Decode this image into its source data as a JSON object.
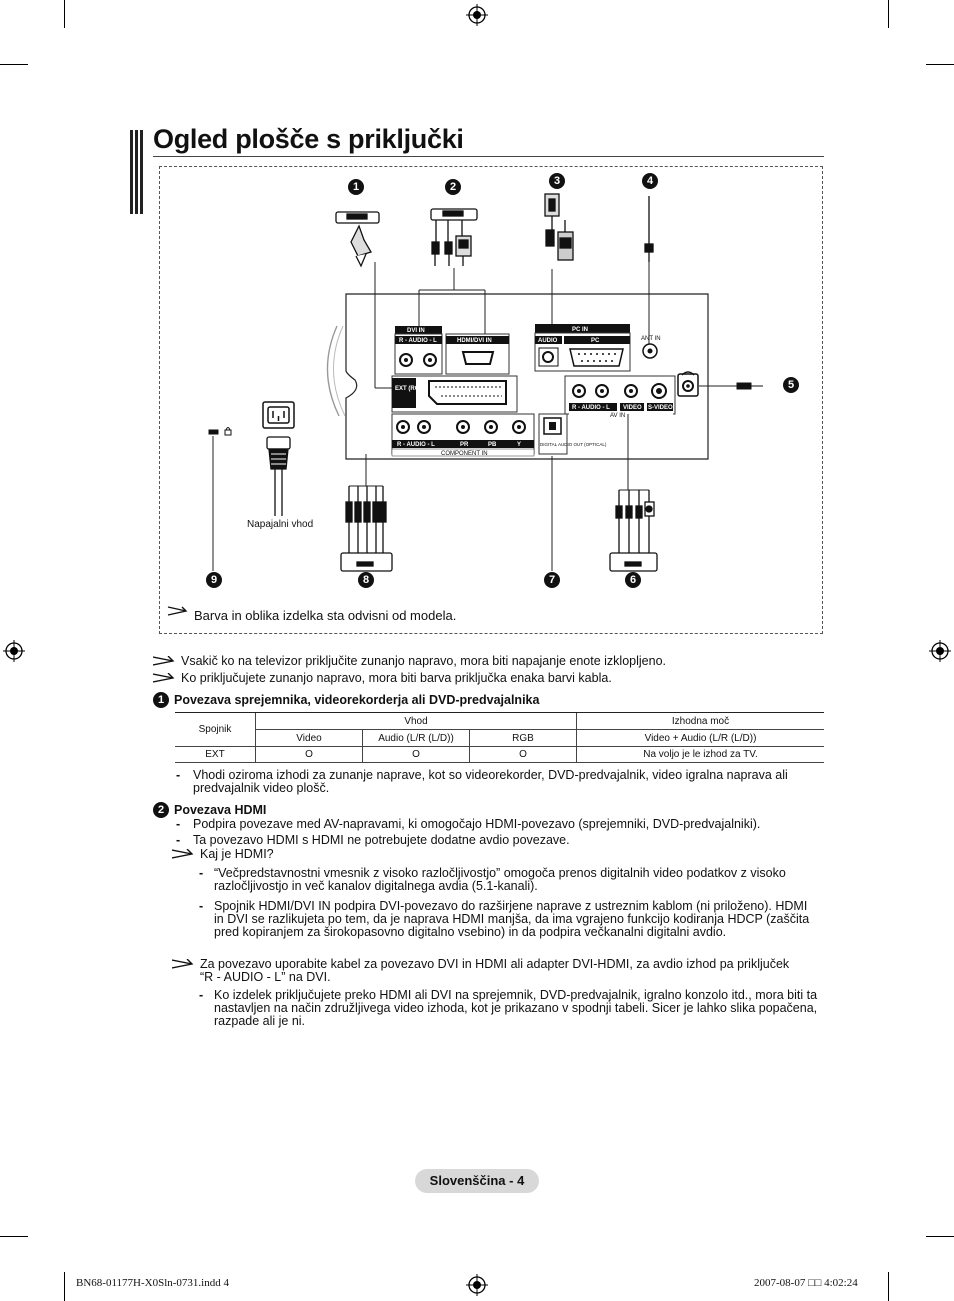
{
  "page": {
    "title": "Ogled plošče s priključki",
    "footer_language": "Slovenščina - 4",
    "imprint_file": "BN68-01177H-X0Sln-0731.indd   4",
    "imprint_date": "2007-08-07   □□ 4:02:24"
  },
  "diagram": {
    "callouts": [
      "1",
      "2",
      "3",
      "4",
      "5",
      "6",
      "7",
      "8",
      "9"
    ],
    "labels": {
      "dvi_in": "DVI IN",
      "audio_rl": "R - AUDIO - L",
      "hdmi_dvi_in": "HDMI/DVI IN",
      "pc_in": "PC IN",
      "audio": "AUDIO",
      "pc": "PC",
      "ant_in": "ANT IN",
      "ext_rgb": "EXT (RGB)",
      "av_audio": "R - AUDIO - L",
      "video": "VIDEO",
      "s_video": "S-VIDEO",
      "av_in": "AV IN",
      "component_audio": "R - AUDIO - L",
      "pr": "PR",
      "pb": "PB",
      "y": "Y",
      "component_in": "COMPONENT IN",
      "digital_audio_out": "DIGITAL AUDIO OUT (OPTICAL)",
      "power_in": "Napajalni vhod"
    },
    "caption": "Barva in oblika izdelka sta odvisni od modela."
  },
  "notes": [
    "Vsakič ko na televizor priključite zunanjo napravo, mora biti napajanje enote izklopljeno.",
    "Ko priključujete zunanjo napravo, mora biti barva priključka enaka barvi kabla."
  ],
  "section1": {
    "number": "1",
    "heading": "Povezava sprejemnika, videorekorderja ali DVD-predvajalnika",
    "table": {
      "col_spojnik": "Spojnik",
      "col_vhod": "Vhod",
      "col_izhod": "Izhodna moč",
      "sub_video": "Video",
      "sub_audio": "Audio  (L/R (L/D))",
      "sub_rgb": "RGB",
      "sub_out": "Video + Audio (L/R (L/D))",
      "row_name": "EXT",
      "row_video": "O",
      "row_audio": "O",
      "row_rgb": "O",
      "row_out": "Na voljo je le izhod za TV."
    },
    "bullet": "Vhodi oziroma izhodi za zunanje naprave, kot so videorekorder, DVD-predvajalnik, video igralna naprava ali predvajalnik video plošč."
  },
  "section2": {
    "number": "2",
    "heading": "Povezava HDMI",
    "bullets": [
      "Podpira povezave med AV-napravami, ki omogočajo HDMI-povezavo (sprejemniki, DVD-predvajalniki).",
      "Ta povezavo HDMI s HDMI ne potrebujete dodatne avdio povezave."
    ],
    "note_title": "Kaj je HDMI?",
    "note_items": [
      "“Večpredstavnostni vmesnik z visoko razločljivostjo” omogoča prenos digitalnih video podatkov z visoko razločljivostjo in več kanalov digitalnega avdia (5.1-kanali).",
      "Spojnik HDMI/DVI IN podpira DVI-povezavo do razširjene naprave z ustreznim kablom (ni priloženo). HDMI in DVI se razlikujeta po tem, da je naprava HDMI manjša, da ima vgrajeno funkcijo kodiranja HDCP (zaščita pred kopiranjem za širokopasovno digitalno vsebino) in da podpira večkanalni digitalni avdio."
    ],
    "note2": "Za povezavo uporabite kabel za povezavo DVI in HDMI ali adapter DVI-HDMI, za avdio izhod pa priključek “R - AUDIO - L” na DVI.",
    "note2_item": "Ko izdelek priključujete preko HDMI ali DVI na sprejemnik, DVD-predvajalnik, igralno konzolo itd., mora biti ta nastavljen na način združljivega video izhoda, kot je prikazano v spodnji tabeli. Sicer je lahko slika popačena, razpade ali je ni."
  }
}
